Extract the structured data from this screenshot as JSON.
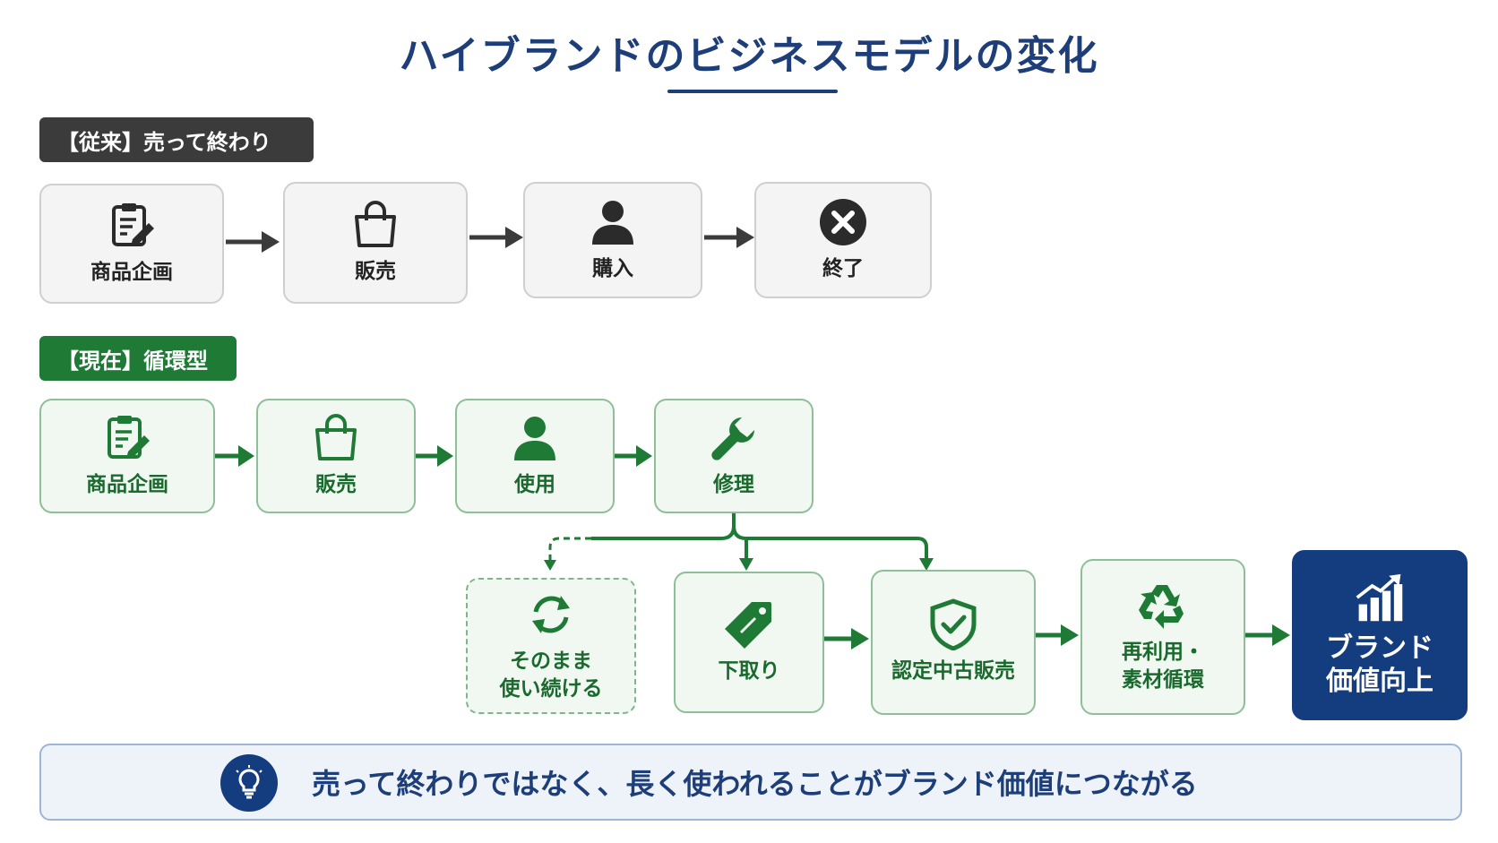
{
  "title": "ハイブランドのビジネスモデルの変化",
  "traditional": {
    "label": "【従来】売って終わり",
    "steps": [
      {
        "label": "商品企画",
        "icon": "clipboard-edit-icon"
      },
      {
        "label": "販売",
        "icon": "shopping-bag-icon"
      },
      {
        "label": "購入",
        "icon": "person-icon"
      },
      {
        "label": "終了",
        "icon": "close-circle-icon"
      }
    ]
  },
  "current": {
    "label": "【現在】循環型",
    "steps": [
      {
        "label": "商品企画",
        "icon": "clipboard-edit-icon"
      },
      {
        "label": "販売",
        "icon": "shopping-bag-icon"
      },
      {
        "label": "使用",
        "icon": "person-icon"
      },
      {
        "label": "修理",
        "icon": "wrench-icon"
      }
    ],
    "branches": [
      {
        "label_line1": "そのまま",
        "label_line2": "使い続ける",
        "icon": "refresh-icon"
      },
      {
        "label": "下取り",
        "icon": "tag-icon"
      },
      {
        "label": "認定中古販売",
        "icon": "shield-check-icon"
      },
      {
        "label_line1": "再利用・",
        "label_line2": "素材循環",
        "icon": "recycle-icon"
      },
      {
        "label_line1": "ブランド",
        "label_line2": "価値向上",
        "icon": "growth-chart-icon"
      }
    ]
  },
  "message": {
    "text": "売って終わりではなく、長く使われることがブランド価値につながる",
    "icon": "lightbulb-icon"
  },
  "colors": {
    "navy": "#143d80",
    "green": "#1f7a36",
    "dark": "#3b3b3b"
  }
}
